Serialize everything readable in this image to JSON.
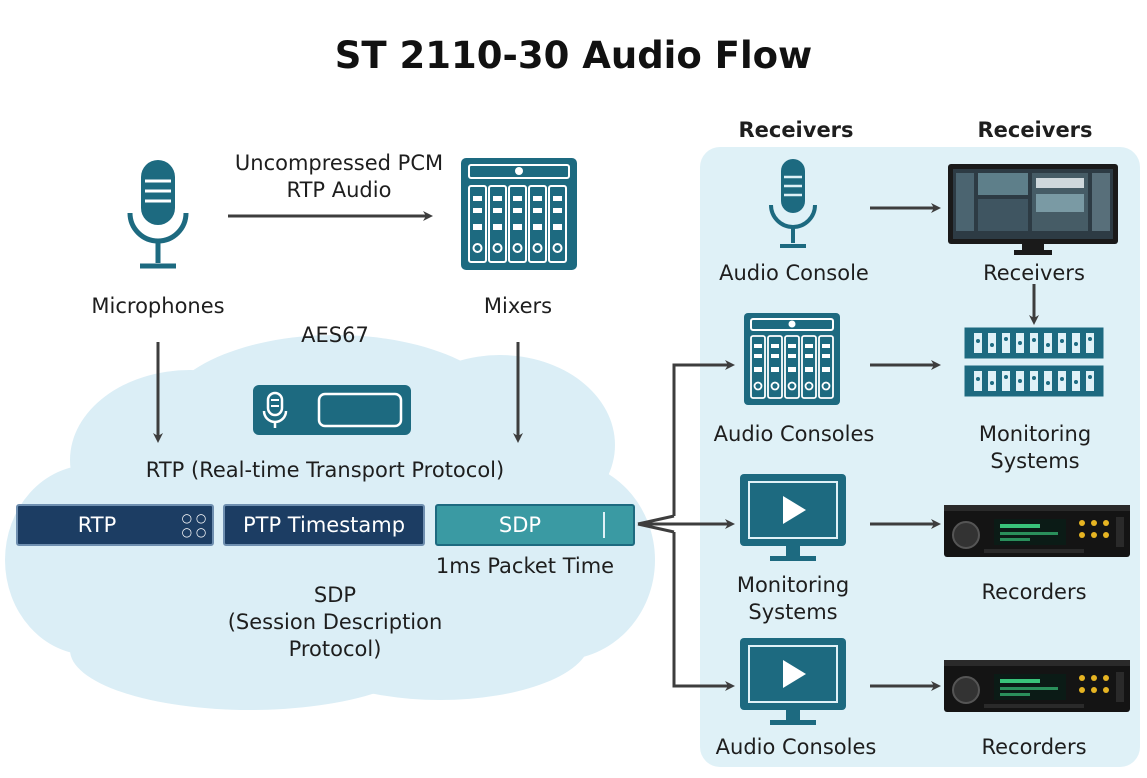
{
  "title": "ST 2110-30 Audio Flow",
  "left": {
    "microphones": "Microphones",
    "mixers": "Mixers",
    "flow_label_line1": "Uncompressed PCM",
    "flow_label_line2": "RTP Audio",
    "aes67": "AES67",
    "rtp_protocol": "RTP (Real-time Transport Protocol)",
    "bars": {
      "rtp": "RTP",
      "ptp": "PTP Timestamp",
      "sdp": "SDP"
    },
    "packet_time": "1ms Packet Time",
    "sdp_line1": "SDP",
    "sdp_line2": "(Session Description",
    "sdp_line3": "Protocol)"
  },
  "right": {
    "col1_header": "Receivers",
    "col2_header": "Receivers",
    "audio_console": "Audio Console",
    "receivers": "Receivers",
    "audio_consoles_1": "Audio Consoles",
    "monitoring_systems_1_line1": "Monitoring",
    "monitoring_systems_1_line2": "Systems",
    "monitoring_systems_2_line1": "Monitoring",
    "monitoring_systems_2_line2": "Systems",
    "recorders_1": "Recorders",
    "audio_consoles_2": "Audio Consoles",
    "recorders_2": "Recorders"
  },
  "colors": {
    "teal": "#1d6a80",
    "dark_navy": "#1c3d63",
    "cloud": "#dbeef6",
    "panel": "#dff1f7",
    "arrow": "#3d3d3d",
    "sdp_bar": "#3a9aa3"
  },
  "icons": {
    "microphone": "microphone-icon",
    "mixer": "mixer-console-icon",
    "monitor": "play-monitor-icon",
    "recorder": "recorder-device-icon",
    "screen": "display-screen-icon",
    "rack": "rack-panel-icon"
  }
}
